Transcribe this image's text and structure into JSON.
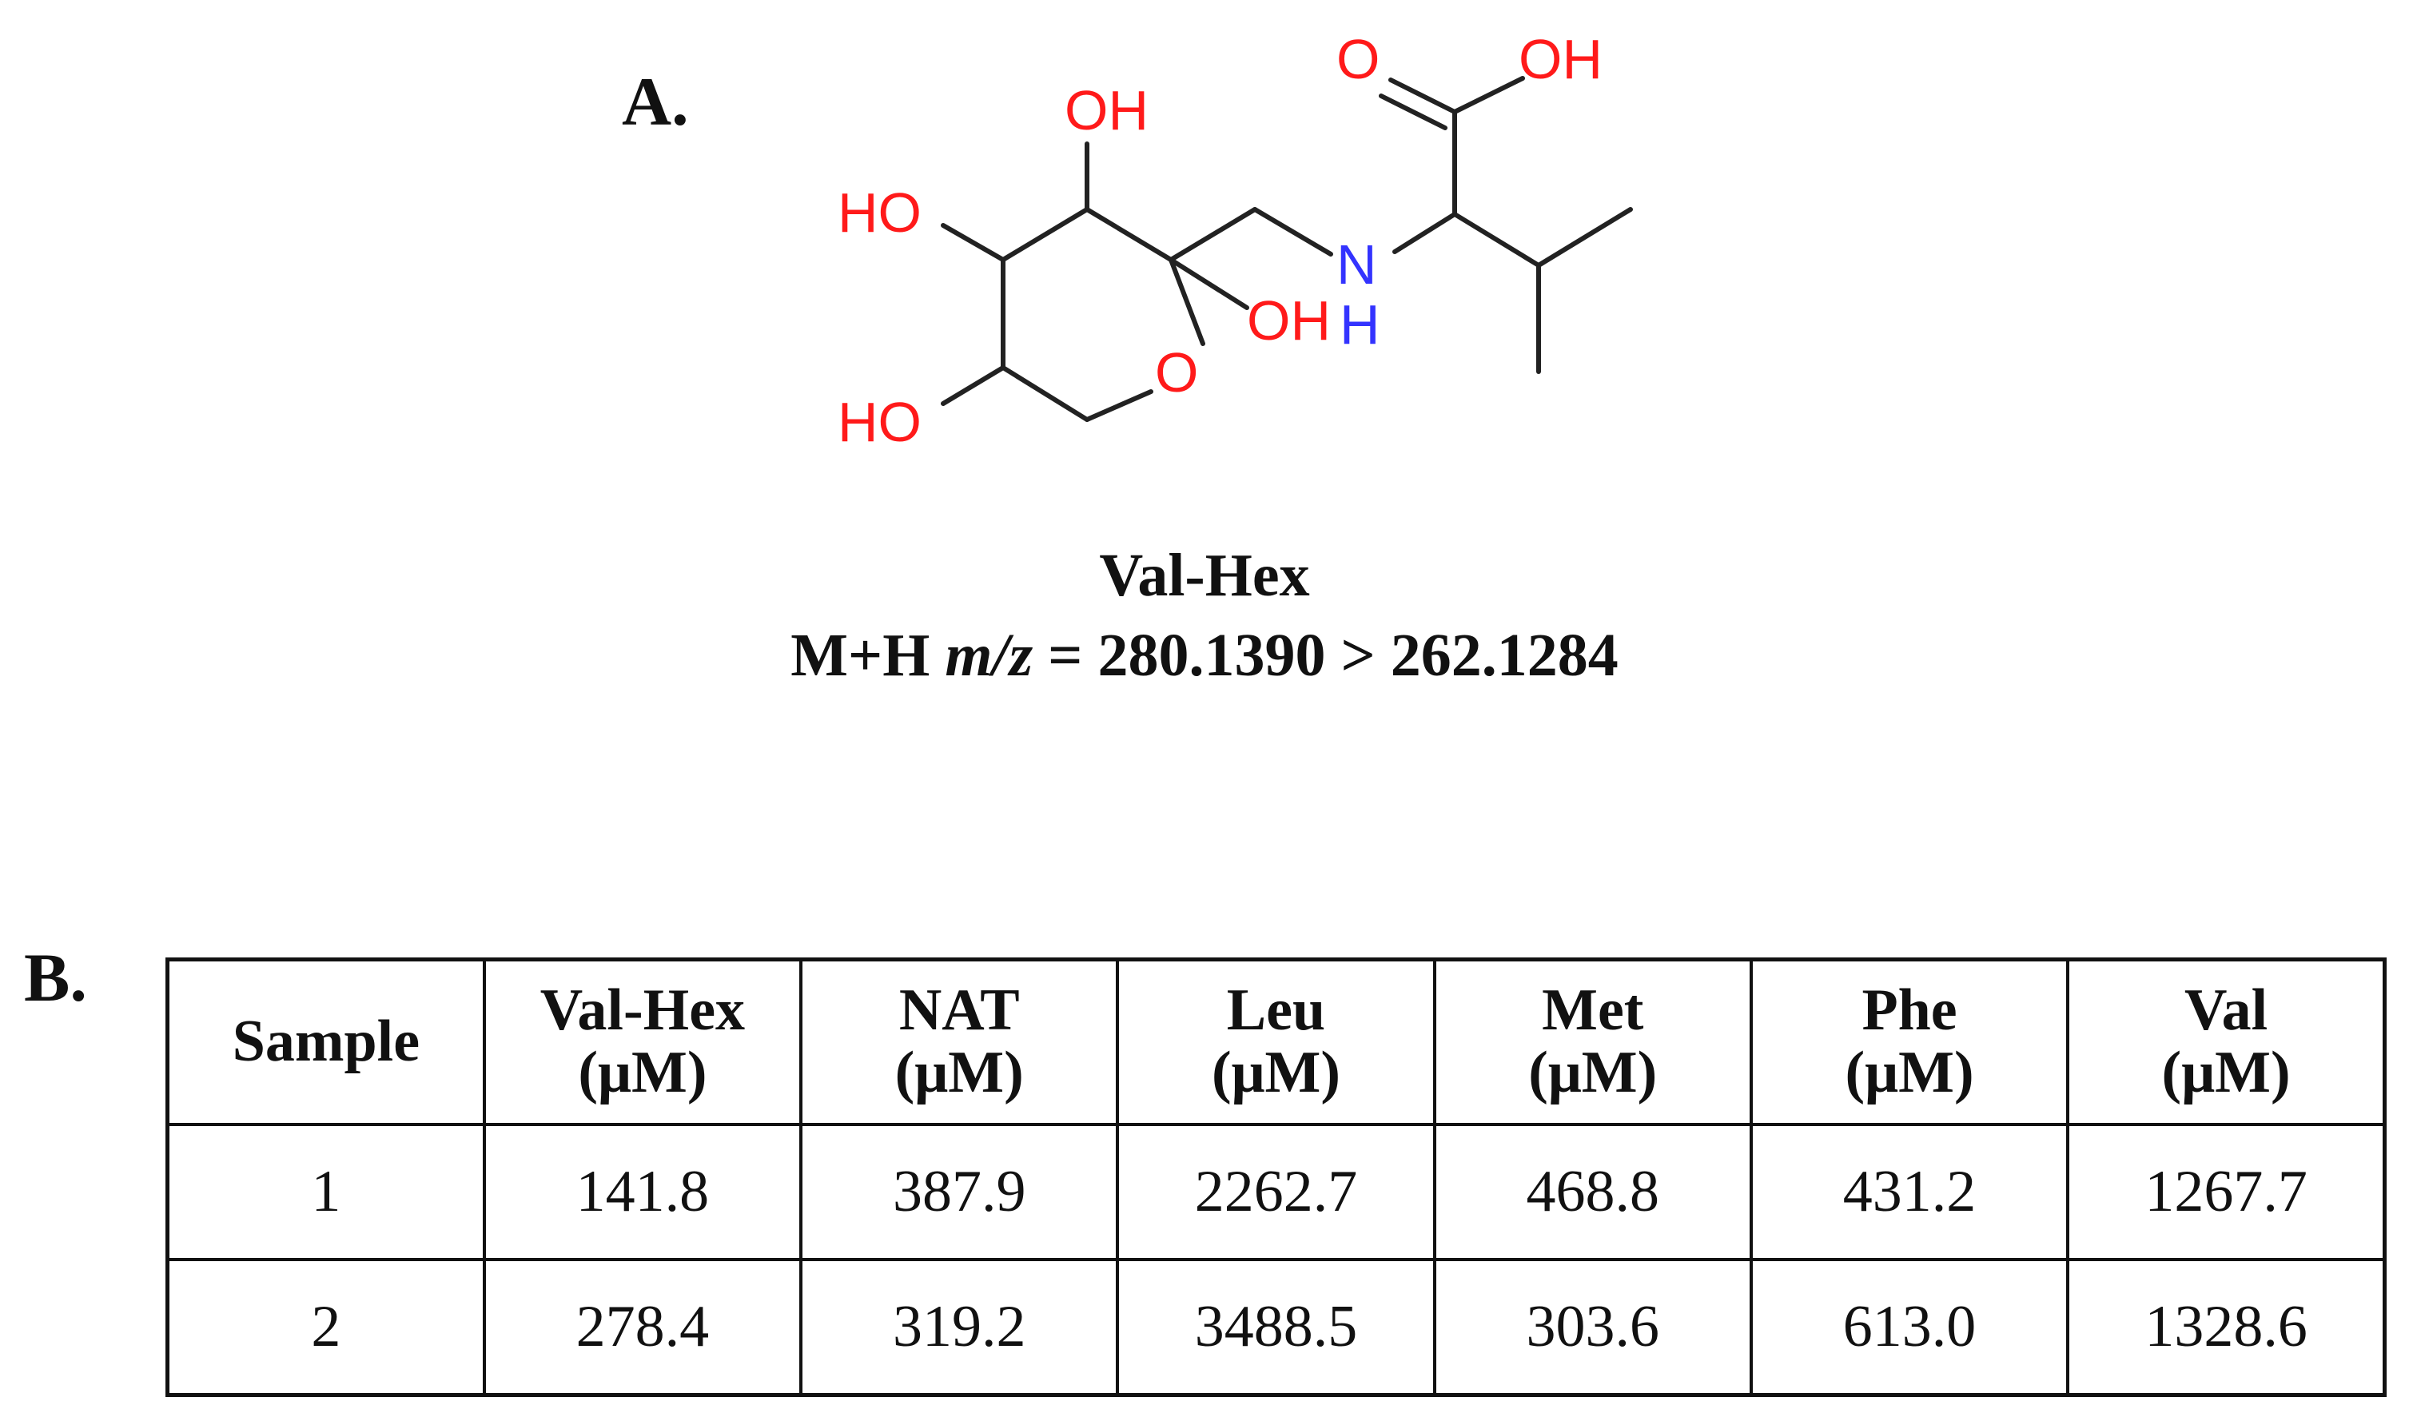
{
  "panel_a": {
    "label": "A.",
    "structure_labels": {
      "oh_top_ring": "OH",
      "ho_left_upper": "HO",
      "ho_left_lower": "HO",
      "ring_o": "O",
      "oh_anomeric": "OH",
      "n": "N",
      "nh_h": "H",
      "carbonyl_o": "O",
      "acid_oh": "OH"
    },
    "compound_name": "Val-Hex",
    "mass_prefix": "M+H",
    "mass_italic": "m/z",
    "mass_values": "= 280.1390 > 262.1284"
  },
  "panel_b": {
    "label": "B.",
    "table": {
      "headers": [
        {
          "line1": "Sample",
          "line2": ""
        },
        {
          "line1": "Val-Hex",
          "line2": "(μM)"
        },
        {
          "line1": "NAT",
          "line2": "(μM)"
        },
        {
          "line1": "Leu",
          "line2": "(μM)"
        },
        {
          "line1": "Met",
          "line2": "(μM)"
        },
        {
          "line1": "Phe",
          "line2": "(μM)"
        },
        {
          "line1": "Val",
          "line2": "(μM)"
        }
      ],
      "rows": [
        [
          "1",
          "141.8",
          "387.9",
          "2262.7",
          "468.8",
          "431.2",
          "1267.7"
        ],
        [
          "2",
          "278.4",
          "319.2",
          "3488.5",
          "303.6",
          "613.0",
          "1328.6"
        ]
      ]
    }
  }
}
